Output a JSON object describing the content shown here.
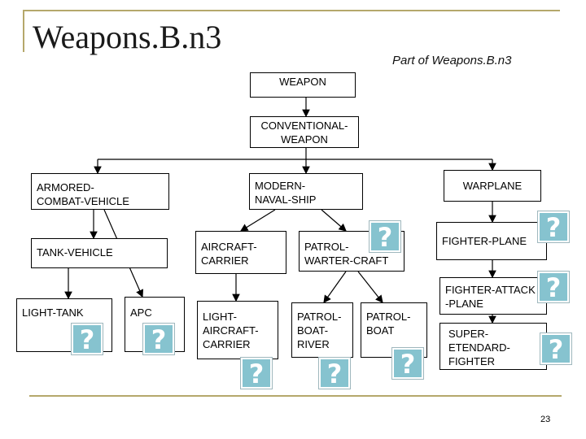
{
  "title": "Weapons.B.n3",
  "subtitle": "Part of Weapons.B.n3",
  "page_number": "23",
  "nodes": {
    "weapon": "WEAPON",
    "conventional": "CONVENTIONAL-\nWEAPON",
    "armored": "ARMORED-\nCOMBAT-VEHICLE",
    "modern_naval": "MODERN-\nNAVAL-SHIP",
    "warplane": "WARPLANE",
    "tank": "TANK-VEHICLE",
    "aircraft_carrier": "AIRCRAFT-\nCARRIER",
    "patrol_warter": "PATROL-\nWARTER-CRAFT",
    "fighter_plane": "FIGHTER-PLANE",
    "fighter_attack": "FIGHTER-ATTACK\n-PLANE",
    "light_tank": "LIGHT-TANK",
    "apc": "APC",
    "light_aircraft": "LIGHT-\nAIRCRAFT-\nCARRIER",
    "patrol_boat_river": "PATROL-\nBOAT-\nRIVER",
    "patrol_boat": "PATROL-\nBOAT",
    "super_etendard": "SUPER-\nETENDARD-\nFIGHTER"
  },
  "unknown_glyph": "?",
  "colors": {
    "frame": "#b5a86b",
    "unknown_icon": "#86c3cf",
    "line": "#000000"
  }
}
